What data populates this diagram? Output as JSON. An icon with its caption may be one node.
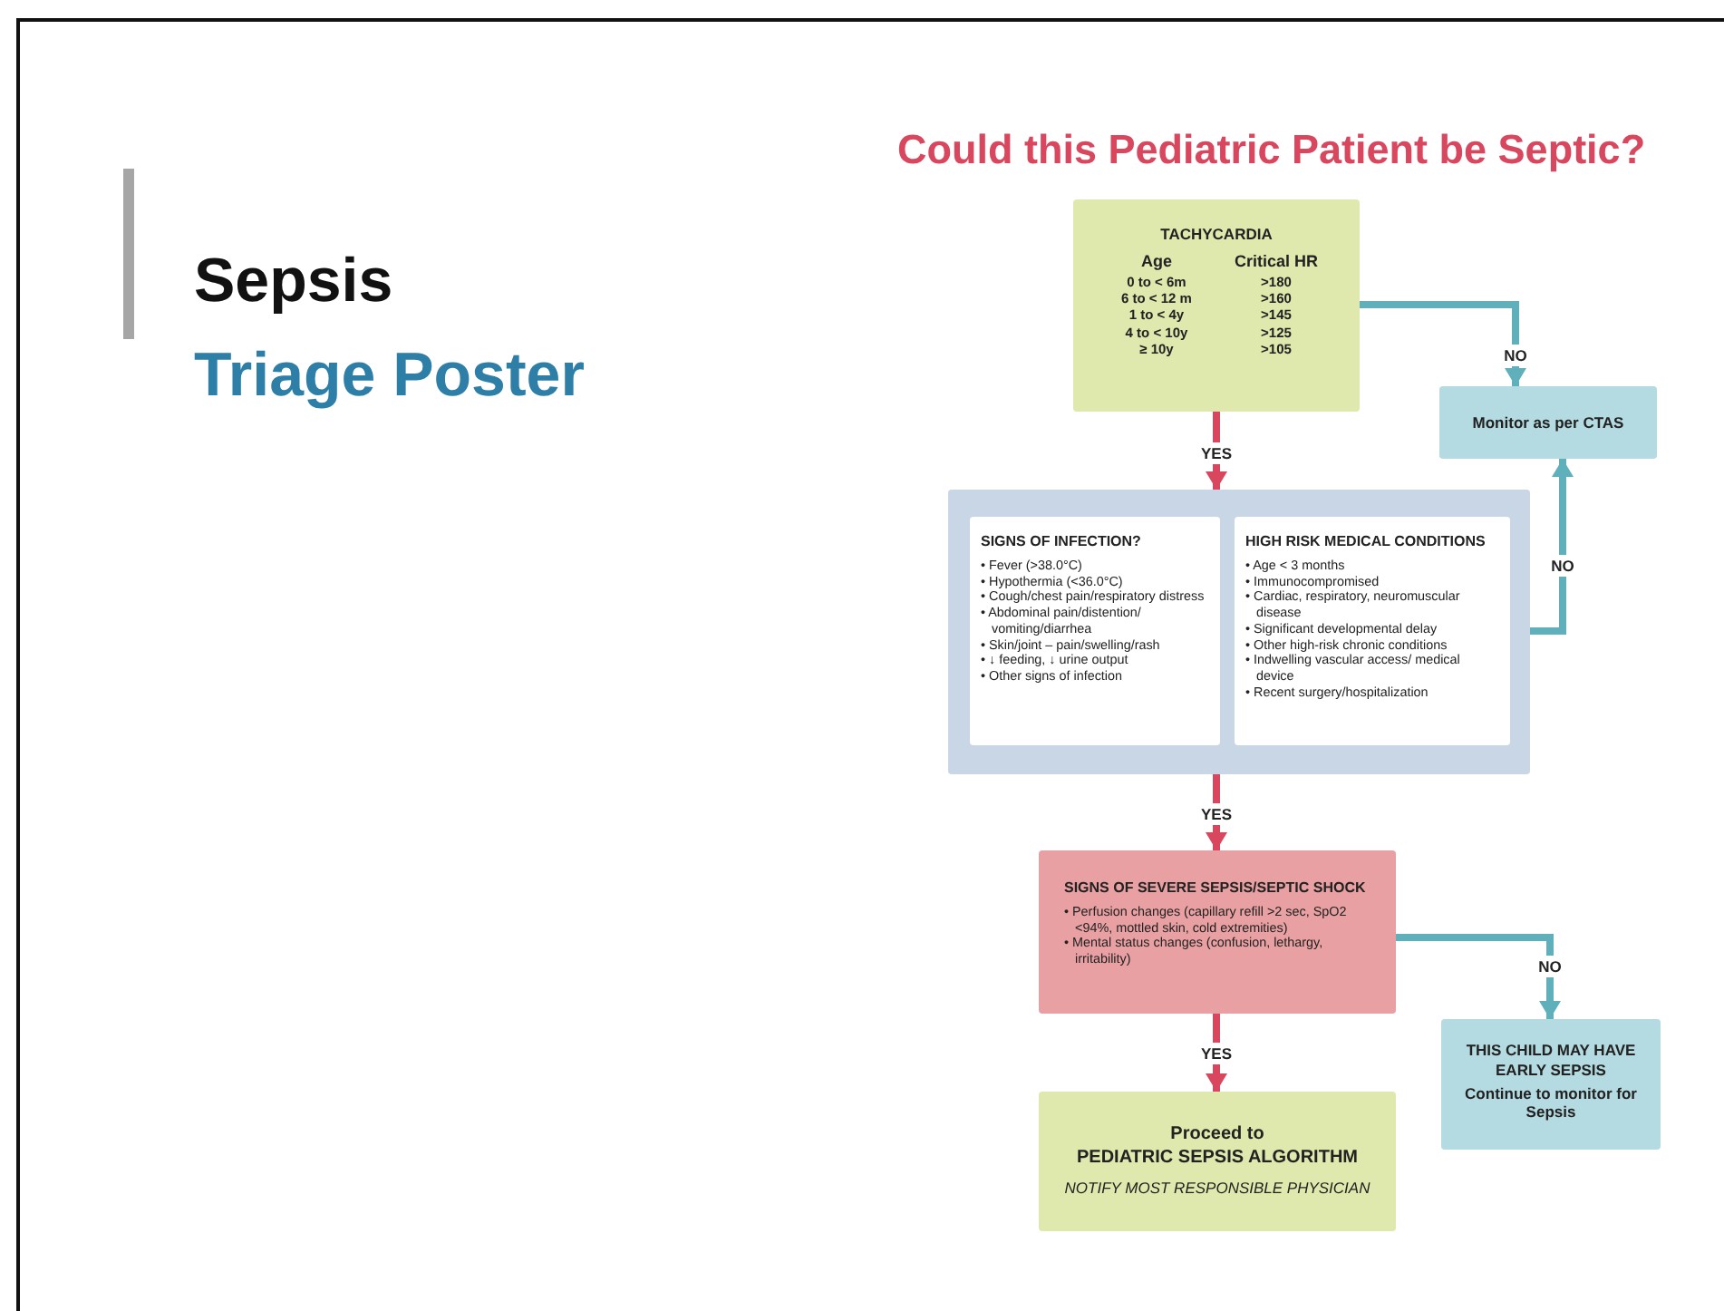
{
  "diagram": {
    "title": "Could this Pediatric Patient be Septic?",
    "nodes": [
      {
        "text": [
          "TACHYCARDIA",
          "Age",
          "Critical HR",
          "0 to < 6m",
          ">180",
          "6 to < 12 m",
          ">160",
          "1 to < 4y",
          ">145",
          "4 to < 10y",
          ">125",
          "≥ 10y",
          ">105"
        ]
      },
      {
        "text": [
          "Monitor as per CTAS"
        ]
      },
      {
        "text": [],
        "shape": "box"
      },
      {
        "text": [
          "SIGNS OF INFECTION?",
          "• Fever (>38.0°C)",
          "• Hypothermia (<36.0°C)",
          "• Cough/chest pain/respiratory distress",
          "• Abdominal pain/distention/ vomiting/diarrhea",
          "• Skin/joint – pain/swelling/rash",
          "• ↓ feeding, ↓ urine output",
          "• Other signs of infection"
        ],
        "in": 2
      },
      {
        "text": [
          "HIGH RISK MEDICAL CONDITIONS",
          "• Age < 3 months",
          "• Immunocompromised",
          "• Cardiac, respiratory, neuromuscular disease",
          "• Significant developmental delay",
          "• Other high-risk chronic conditions",
          "• Indwelling vascular access/ medical device",
          "• Recent surgery/hospitalization"
        ],
        "in": 2
      },
      {
        "text": [
          "SIGNS OF SEVERE SEPSIS/SEPTIC SHOCK",
          "• Perfusion changes (capillary refill >2 sec, SpO2 <94%, mottled skin, cold extremities)",
          "• Mental status changes (confusion, lethargy, irritability)"
        ]
      },
      {
        "text": [
          "THIS CHILD MAY HAVE EARLY SEPSIS",
          "Continue to monitor for Sepsis"
        ]
      },
      {
        "text": [
          "Proceed to",
          "PEDIATRIC SEPSIS ALGORITHM",
          "NOTIFY MOST RESPONSIBLE PHYSICIAN"
        ]
      }
    ],
    "edges": [
      {
        "from": 0,
        "to": 1,
        "arrow": "to",
        "label": "NO",
        "color": "#5fb0bb"
      },
      {
        "from": 0,
        "to": 2,
        "arrow": "to",
        "label": "YES",
        "color": "#d9475f"
      },
      {
        "from": 2,
        "to": 1,
        "arrow": "to",
        "label": "NO",
        "color": "#5fb0bb"
      },
      {
        "from": 2,
        "to": 5,
        "arrow": "to",
        "label": "YES",
        "color": "#d9475f"
      },
      {
        "from": 5,
        "to": 6,
        "arrow": "to",
        "label": "NO",
        "color": "#5fb0bb"
      },
      {
        "from": 5,
        "to": 7,
        "arrow": "to",
        "label": "YES",
        "color": "#d9475f"
      }
    ],
    "labels": [
      "Sepsis",
      "Triage Poster"
    ]
  }
}
